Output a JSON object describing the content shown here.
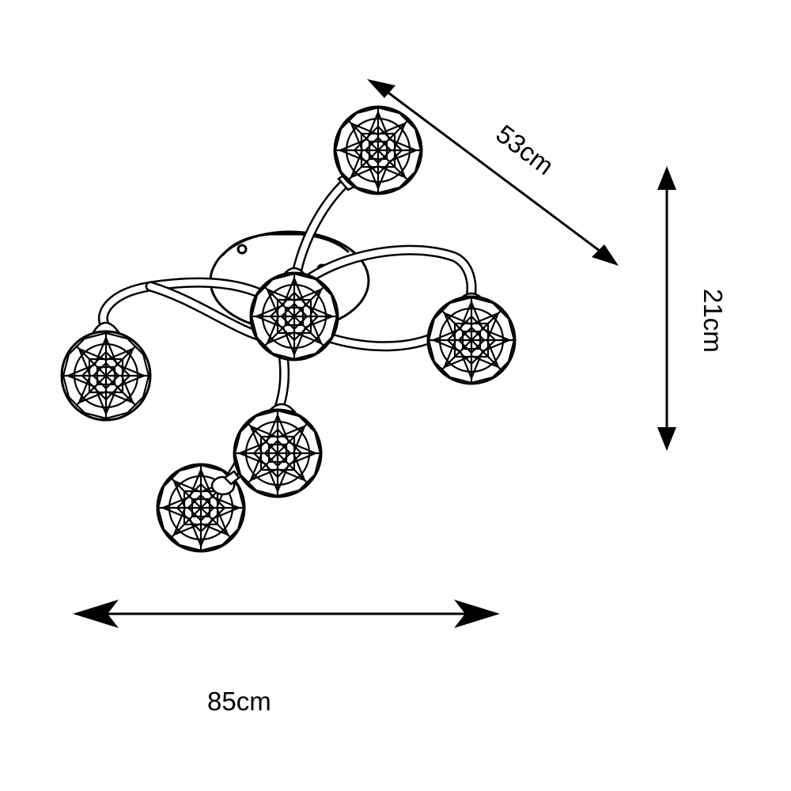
{
  "dimensions": {
    "depth_label": "53cm",
    "height_label": "21cm",
    "width_label": "85cm"
  },
  "colors": {
    "line": "#000000",
    "background": "#ffffff"
  }
}
